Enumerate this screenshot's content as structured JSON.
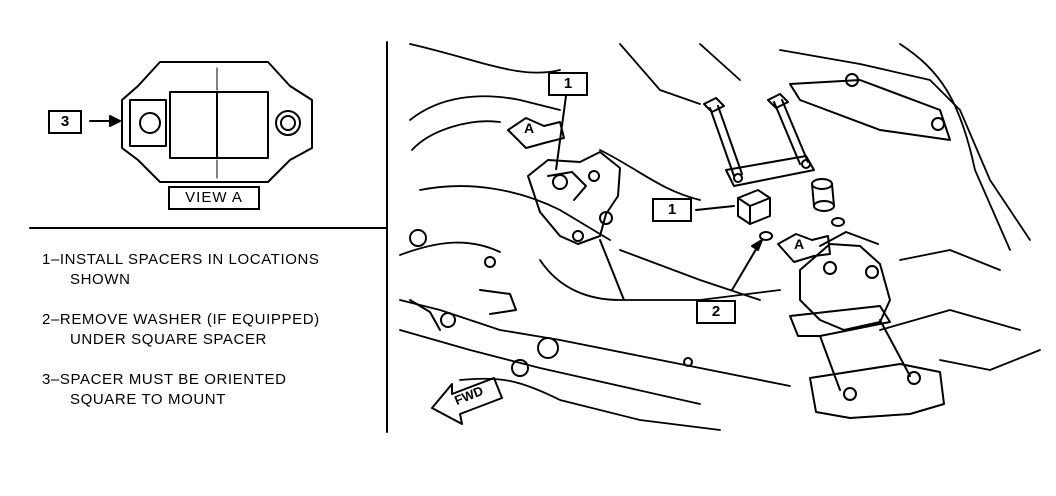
{
  "callouts": {
    "view_a_ref": "3",
    "upper_mount": "1",
    "spacer": "1",
    "washer": "2"
  },
  "view_label": "VIEW   A",
  "view_arrow_letter": "A",
  "fwd_label": "FWD",
  "notes": [
    {
      "line1": "1–INSTALL SPACERS IN LOCATIONS",
      "line2": "SHOWN"
    },
    {
      "line1": "2–REMOVE WASHER (IF EQUIPPED)",
      "line2": "UNDER SQUARE SPACER"
    },
    {
      "line1": "3–SPACER MUST BE ORIENTED",
      "line2": "SQUARE TO MOUNT"
    }
  ]
}
